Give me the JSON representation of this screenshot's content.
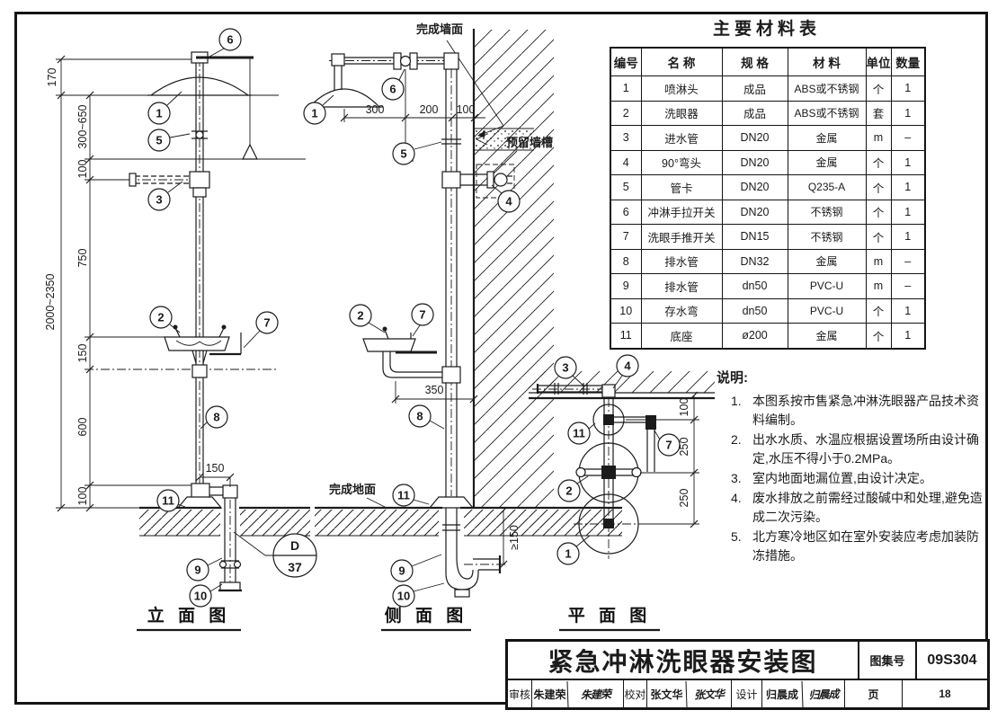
{
  "colors": {
    "ink": "#1b1b1b",
    "paper": "#ffffff"
  },
  "drawing": {
    "captions": {
      "elevation": "立 面 图",
      "side": "侧 面 图",
      "plan": "平 面 图"
    },
    "callouts": {
      "c1": "1",
      "c2": "2",
      "c3": "3",
      "c4": "4",
      "c5": "5",
      "c6": "6",
      "c7": "7",
      "c8": "8",
      "c9": "9",
      "c10": "10",
      "c11": "11"
    },
    "detail_ref": {
      "letter": "D",
      "page": "37"
    },
    "labels": {
      "finished_wall": "完成墙面",
      "reserved_chase": "预留墙槽",
      "finished_floor": "完成地面"
    },
    "dims": {
      "elevation": {
        "h170": "170",
        "h300_650": "300~650",
        "h100a": "100",
        "h750": "750",
        "h150": "150",
        "h600": "600",
        "h100b": "100",
        "total": "2000~2350",
        "w150": "150"
      },
      "side": {
        "w300": "300",
        "w200": "200",
        "w100": "100",
        "w350": "350",
        "hmin150": "≥150"
      },
      "plan": {
        "h100": "100",
        "h250a": "250",
        "h250b": "250"
      }
    }
  },
  "materials_table": {
    "title": "主要材料表",
    "headers": [
      "编号",
      "名  称",
      "规  格",
      "材  料",
      "单位",
      "数量"
    ],
    "rows": [
      [
        "1",
        "喷淋头",
        "成品",
        "ABS或不锈钢",
        "个",
        "1"
      ],
      [
        "2",
        "洗眼器",
        "成品",
        "ABS或不锈钢",
        "套",
        "1"
      ],
      [
        "3",
        "进水管",
        "DN20",
        "金属",
        "m",
        "–"
      ],
      [
        "4",
        "90°弯头",
        "DN20",
        "金属",
        "个",
        "1"
      ],
      [
        "5",
        "管卡",
        "DN20",
        "Q235-A",
        "个",
        "1"
      ],
      [
        "6",
        "冲淋手拉开关",
        "DN20",
        "不锈钢",
        "个",
        "1"
      ],
      [
        "7",
        "洗眼手推开关",
        "DN15",
        "不锈钢",
        "个",
        "1"
      ],
      [
        "8",
        "排水管",
        "DN32",
        "金属",
        "m",
        "–"
      ],
      [
        "9",
        "排水管",
        "dn50",
        "PVC-U",
        "m",
        "–"
      ],
      [
        "10",
        "存水弯",
        "dn50",
        "PVC-U",
        "个",
        "1"
      ],
      [
        "11",
        "底座",
        "ø200",
        "金属",
        "个",
        "1"
      ]
    ]
  },
  "notes": {
    "title": "说明:",
    "items": [
      {
        "no": "1.",
        "text": "本图系按市售紧急冲淋洗眼器产品技术资料编制。"
      },
      {
        "no": "2.",
        "text": "出水水质、水温应根据设置场所由设计确定,水压不得小于0.2MPa。"
      },
      {
        "no": "3.",
        "text": "室内地面地漏位置,由设计决定。"
      },
      {
        "no": "4.",
        "text": "废水排放之前需经过酸碱中和处理,避免造成二次污染。"
      },
      {
        "no": "5.",
        "text": "北方寒冷地区如在室外安装应考虑加装防冻措施。"
      }
    ]
  },
  "title_block": {
    "drawing_title": "紧急冲淋洗眼器安装图",
    "atlas_label": "图集号",
    "atlas_no": "09S304",
    "page_label": "页",
    "page_no": "18",
    "reviewer_label": "审核",
    "reviewer_name": "朱建荣",
    "reviewer_sig": "朱建荣",
    "checker_label": "校对",
    "checker_name": "张文华",
    "checker_sig": "张文华",
    "designer_label": "设计",
    "designer_name": "归晨成",
    "designer_sig": "归晨成"
  }
}
